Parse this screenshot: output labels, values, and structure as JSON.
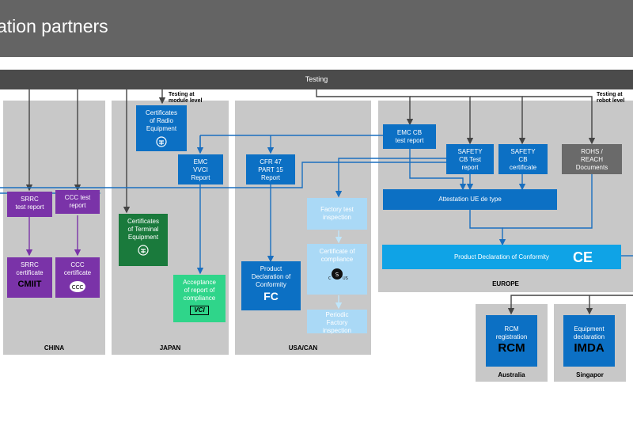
{
  "header": {
    "title": "ation partners"
  },
  "testing_bar": {
    "label": "Testing"
  },
  "notes": {
    "module_level": "Testing at\nmodule level",
    "robot_level": "Testing at\nrobot level"
  },
  "regions": {
    "china": "CHINA",
    "japan": "JAPAN",
    "usa_can": "USA/CAN",
    "europe": "EUROPE",
    "australia": "Australia",
    "singapore": "Singapor"
  },
  "boxes": {
    "srrc_test": "SRRC\ntest report",
    "ccc_test": "CCC test\nreport",
    "srrc_cert": "SRRC\ncertificate",
    "srrc_mark": "CMIIT",
    "ccc_cert": "CCC\ncertificate",
    "radio_equipment": "Certificates\nof Radio\nEquipment",
    "terminal_equipment": "Certificates\nof Terminal\nEquipment",
    "emc_vcci": "EMC\nVVCI\nReport",
    "vcci_accept": "Acceptance\nof report of\ncompliance",
    "vcci_mark": "VCI",
    "cfr47": "CFR 47\nPART 15\nReport",
    "factory_test": "Factory test\ninspection",
    "cert_compliance": "Certificate of\ncompliance",
    "periodic_factory": "Periodic\nFactory\ninspection",
    "product_decl_us": "Product\nDeclaration of\nConformity",
    "fcc_mark": "FC",
    "emc_cb": "EMC CB\ntest report",
    "safety_cb_test": "SAFETY\nCB Test\nreport",
    "safety_cb_cert": "SAFETY\nCB\ncertificate",
    "rohs": "ROHS /\nREACH\nDocuments",
    "attestation": "Attestation UE de type",
    "product_decl_eu": "Product Declaration of Conformity",
    "ce_mark": "CE",
    "rcm_reg": "RCM\nregistration",
    "rcm_mark": "RCM",
    "equipment_decl": "Equipment\ndeclaration",
    "imda_mark": "IMDA"
  }
}
